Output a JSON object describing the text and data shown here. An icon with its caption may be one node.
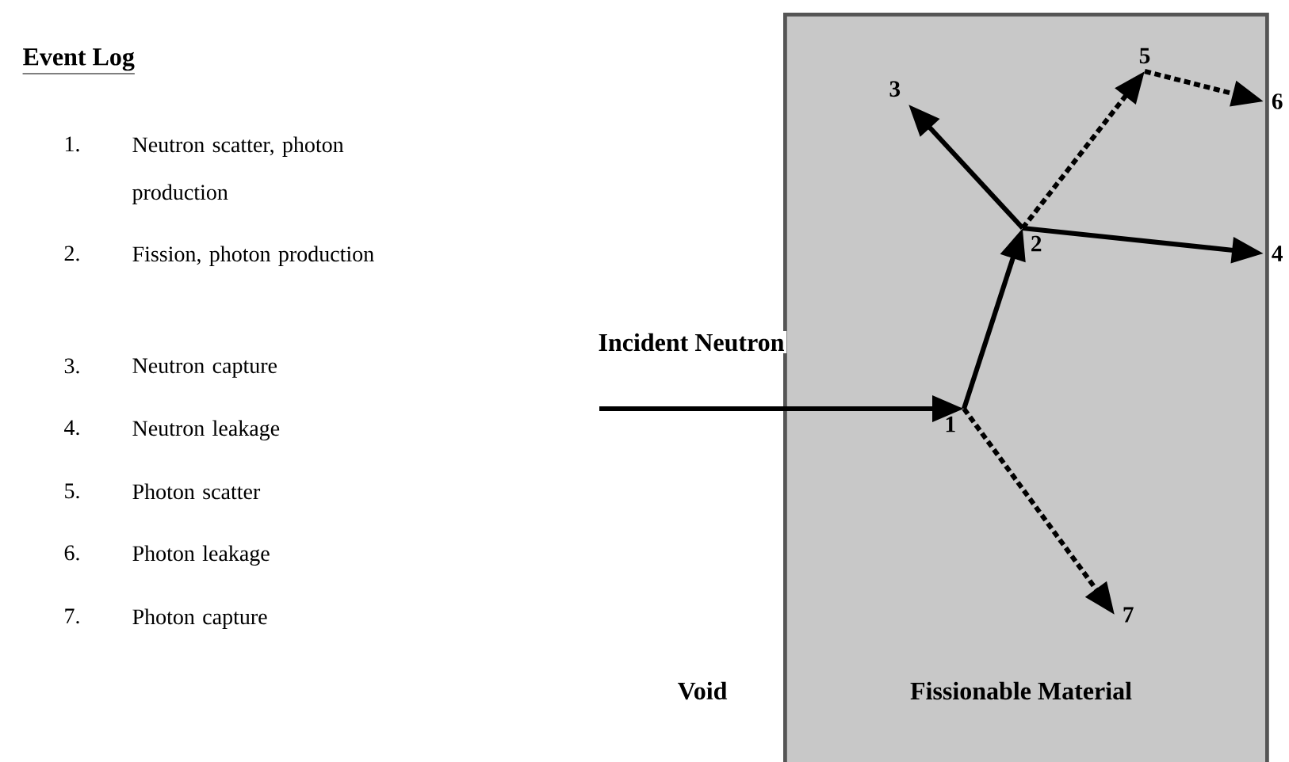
{
  "diagram": {
    "nodes": [
      {
        "text": [
          "Fissionable Material"
        ]
      },
      {
        "text": [
          "1"
        ],
        "in": 0
      },
      {
        "text": [
          "2"
        ],
        "in": 0
      },
      {
        "text": [
          "3"
        ],
        "in": 0
      },
      {
        "text": [
          "4"
        ]
      },
      {
        "text": [
          "5"
        ],
        "in": 0
      },
      {
        "text": [
          "6"
        ]
      },
      {
        "text": [
          "7"
        ],
        "in": 0
      }
    ],
    "edges": [
      {
        "from": null,
        "to": 1,
        "arrow": "to",
        "label": "Incident Neutron"
      },
      {
        "from": 1,
        "to": 2,
        "arrow": "to"
      },
      {
        "from": 1,
        "to": 7,
        "arrow": "to",
        "style": "dashed"
      },
      {
        "from": 2,
        "to": 3,
        "arrow": "to"
      },
      {
        "from": 2,
        "to": 4,
        "arrow": "to"
      },
      {
        "from": 2,
        "to": 5,
        "arrow": "to",
        "style": "dashed"
      },
      {
        "from": 5,
        "to": 6,
        "arrow": "to",
        "style": "dashed"
      }
    ],
    "labels": [
      "Event Log",
      "1.",
      "Neutron scatter, photon production",
      "2.",
      "Fission, photon production",
      "3.",
      "Neutron capture",
      "4.",
      "Neutron leakage",
      "5.",
      "Photon scatter",
      "6.",
      "Photon leakage",
      "7.",
      "Photon capture",
      "Void"
    ]
  }
}
